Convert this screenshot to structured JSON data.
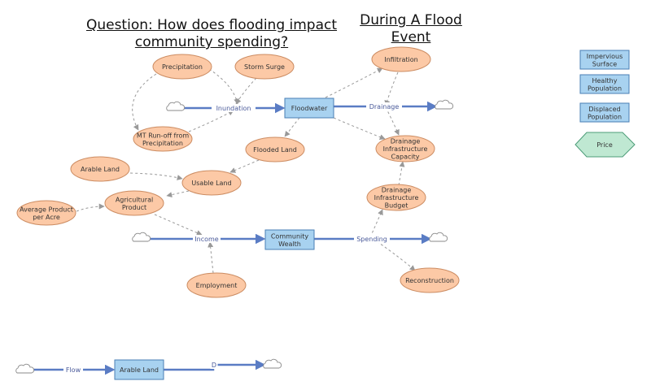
{
  "titles": {
    "question_line1": "Question: How does flooding impact",
    "question_line2": "community spending?",
    "event_line1": "During A Flood",
    "event_line2": "Event"
  },
  "colors": {
    "variable_fill": "#fcc9a6",
    "variable_stroke": "#cc8c62",
    "stock_fill": "#a8d2f0",
    "stock_stroke": "#4a7fb5",
    "flow_line": "#5a7cc4",
    "connector": "#999999",
    "price_fill": "#bfe8d2",
    "price_stroke": "#4c9c78"
  },
  "variables": [
    {
      "id": "precipitation",
      "lines": [
        "Precipitation"
      ]
    },
    {
      "id": "storm-surge",
      "lines": [
        "Storm Surge"
      ]
    },
    {
      "id": "infiltration",
      "lines": [
        "Infiltration"
      ]
    },
    {
      "id": "mt-runoff",
      "lines": [
        "MT Run-off from",
        "Precipitation"
      ]
    },
    {
      "id": "flooded-land",
      "lines": [
        "Flooded Land"
      ]
    },
    {
      "id": "drainage-capacity",
      "lines": [
        "Drainage",
        "Infrastructure",
        "Capacity"
      ]
    },
    {
      "id": "arable-land-var",
      "lines": [
        "Arable Land"
      ]
    },
    {
      "id": "usable-land",
      "lines": [
        "Usable Land"
      ]
    },
    {
      "id": "agricultural-product",
      "lines": [
        "Agricultural",
        "Product"
      ]
    },
    {
      "id": "average-product",
      "lines": [
        "Average Product",
        "per Acre"
      ]
    },
    {
      "id": "drainage-budget",
      "lines": [
        "Drainage",
        "Infrastructure",
        "Budget"
      ]
    },
    {
      "id": "employment",
      "lines": [
        "Employment"
      ]
    },
    {
      "id": "reconstruction",
      "lines": [
        "Reconstruction"
      ]
    }
  ],
  "stocks": [
    {
      "id": "floodwater",
      "lines": [
        "Floodwater"
      ]
    },
    {
      "id": "community-wealth",
      "lines": [
        "Community",
        "Wealth"
      ]
    },
    {
      "id": "arable-land-stock",
      "lines": [
        "Arable Land"
      ]
    }
  ],
  "flows": [
    {
      "id": "inundation",
      "label": "Inundation"
    },
    {
      "id": "drainage",
      "label": "Drainage"
    },
    {
      "id": "income",
      "label": "Income"
    },
    {
      "id": "spending",
      "label": "Spending"
    },
    {
      "id": "flow",
      "label": "Flow"
    },
    {
      "id": "d",
      "label": "D"
    }
  ],
  "legend": [
    {
      "id": "impervious-surface",
      "lines": [
        "Impervious",
        "Surface"
      ]
    },
    {
      "id": "healthy-population",
      "lines": [
        "Healthy",
        "Population"
      ]
    },
    {
      "id": "displaced-population",
      "lines": [
        "Displaced",
        "Population"
      ]
    }
  ],
  "price": {
    "label": "Price"
  }
}
